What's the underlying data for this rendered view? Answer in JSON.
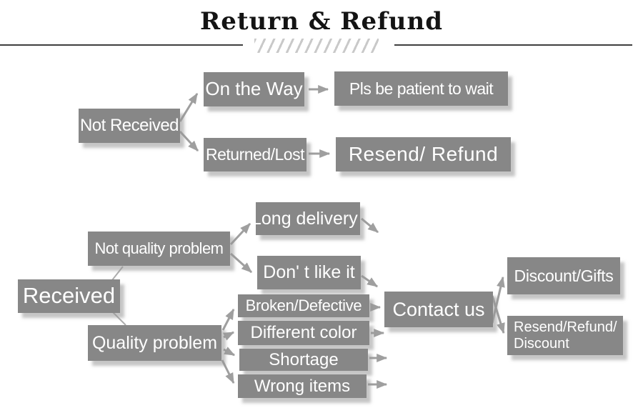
{
  "title": "Return & Refund",
  "colors": {
    "box_fill": "#878787",
    "box_text": "#ffffff",
    "arrow": "#9f9f9f",
    "title_text": "#141414",
    "divider_line": "#3f3f3f",
    "hatch": "#c9c9c9",
    "background": "#ffffff"
  },
  "nodes": {
    "not_received": "Not Received",
    "on_the_way": "On the Way",
    "pls_wait": "Pls be patient to wait",
    "returned_lost": "Returned/Lost",
    "resend_refund": "Resend/ Refund",
    "received": "Received",
    "not_quality_problem": "Not quality problem",
    "quality_problem": "Quality problem",
    "long_delivery": "Long delivery",
    "dont_like_it": "Don'  t like it",
    "broken_defective": "Broken/Defective",
    "different_color": "Different color",
    "shortage": "Shortage",
    "wrong_items": "Wrong items",
    "contact_us": "Contact us",
    "discount_gifts": "Discount/Gifts",
    "resend_refund_discount": "Resend/Refund/\nDiscount"
  }
}
